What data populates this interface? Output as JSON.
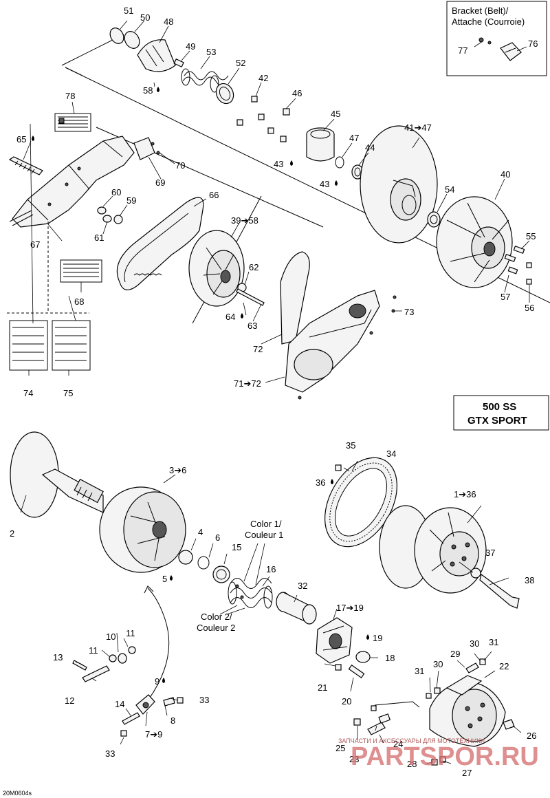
{
  "diagram_code": "20M0604s",
  "model_box": {
    "line1": "500 SS",
    "line2": "GTX SPORT"
  },
  "bracket_box": {
    "title1": "Bracket (Belt)/",
    "title2": "Attache (Courroie)"
  },
  "callouts": {
    "color1": {
      "line1": "Color 1/",
      "line2": "Couleur 1"
    },
    "color2": {
      "line1": "Color 2/",
      "line2": "Couleur 2"
    }
  },
  "watermark": {
    "brand": "PARTSPOR.RU",
    "subtitle": "ЗАПЧАСТИ И АКСЕССУАРЫ ДЛЯ МОТОТЕХНИКИ"
  },
  "labels": {
    "l51": "51",
    "l50": "50",
    "l48": "48",
    "l49": "49",
    "l53": "53",
    "l52": "52",
    "l58": "58",
    "l42": "42",
    "l46": "46",
    "l45": "45",
    "l47": "47",
    "l44": "44",
    "l43a": "43",
    "l43b": "43",
    "l41_47": "41➔47",
    "l40": "40",
    "l54": "54",
    "l55": "55",
    "l57": "57",
    "l56": "56",
    "l78": "78",
    "l65": "65",
    "l70": "70",
    "l69": "69",
    "l66": "66",
    "l60": "60",
    "l59": "59",
    "l61": "61",
    "l39_58": "39➔58",
    "l67": "67",
    "l68": "68",
    "l62": "62",
    "l64": "64",
    "l63": "63",
    "l73": "73",
    "l72": "72",
    "l71_72": "71➔72",
    "l74": "74",
    "l75": "75",
    "l77": "77",
    "l76": "76",
    "l2": "2",
    "l3_6": "3➔6",
    "l4": "4",
    "l6": "6",
    "l15": "15",
    "l5": "5",
    "l16": "16",
    "l32": "32",
    "l35": "35",
    "l34": "34",
    "l36": "36",
    "l1_36": "1➔36",
    "l37": "37",
    "l38": "38",
    "l17_19": "17➔19",
    "l19": "19",
    "l18": "18",
    "l21": "21",
    "l20": "20",
    "l29": "29",
    "l30a": "30",
    "l31a": "31",
    "l22": "22",
    "l31b": "31",
    "l30b": "30",
    "l13": "13",
    "l10": "10",
    "l11a": "11",
    "l11b": "11",
    "l12": "12",
    "l9": "9",
    "l33a": "33",
    "l14": "14",
    "l8": "8",
    "l7_9": "7➔9",
    "l33b": "33",
    "l25": "25",
    "l24": "24",
    "l23": "23",
    "l26": "26",
    "l28": "28",
    "l27": "27"
  }
}
